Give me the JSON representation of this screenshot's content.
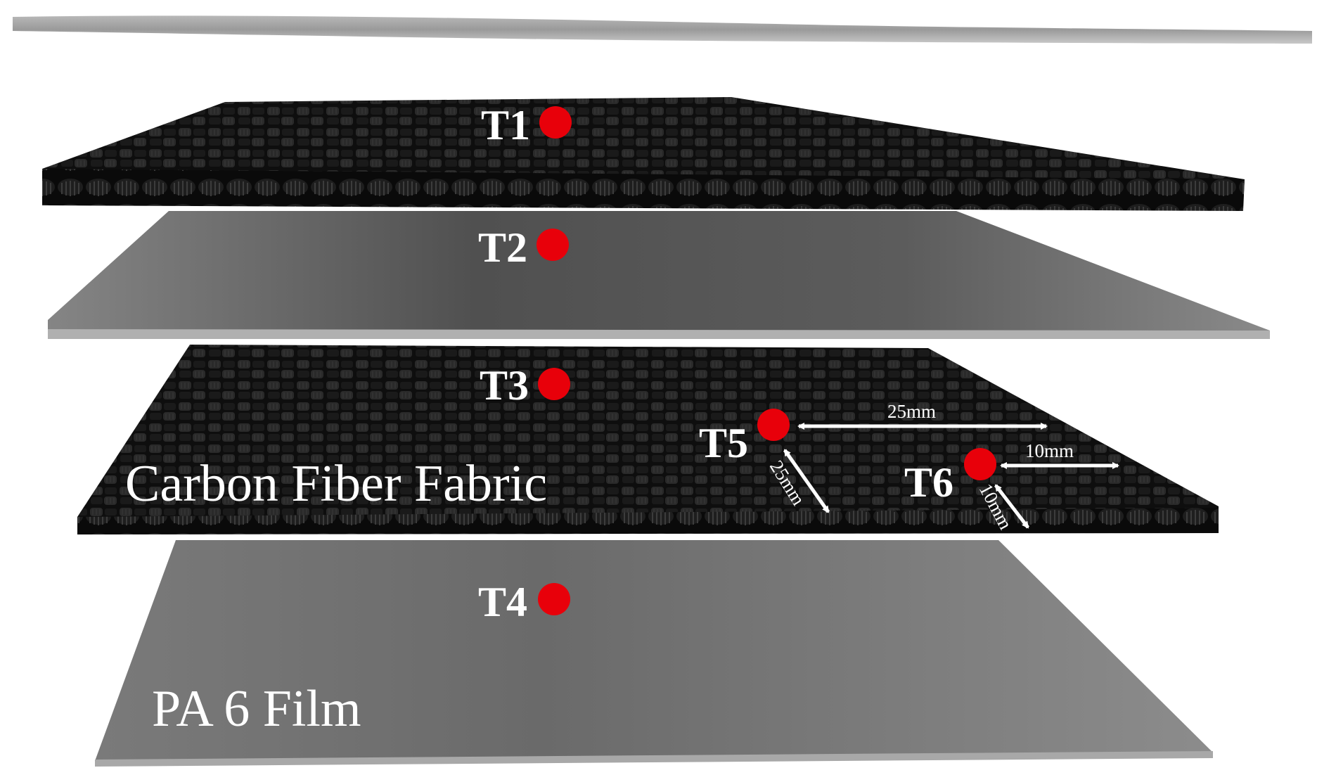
{
  "sensors": [
    {
      "id": "T1",
      "label": "T1"
    },
    {
      "id": "T2",
      "label": "T2"
    },
    {
      "id": "T3",
      "label": "T3"
    },
    {
      "id": "T4",
      "label": "T4"
    },
    {
      "id": "T5",
      "label": "T5"
    },
    {
      "id": "T6",
      "label": "T6"
    }
  ],
  "dimensions": {
    "t5_horizontal": "25mm",
    "t5_diagonal": "25mm",
    "t6_horizontal": "10mm",
    "t6_diagonal": "10mm"
  },
  "layer_labels": {
    "fabric": "Carbon Fiber Fabric",
    "film": "PA 6 Film"
  },
  "colors": {
    "sensor_dot": "#e8000a",
    "fabric": "#141414",
    "film": "#7a7a7a",
    "annotation": "#ffffff"
  }
}
